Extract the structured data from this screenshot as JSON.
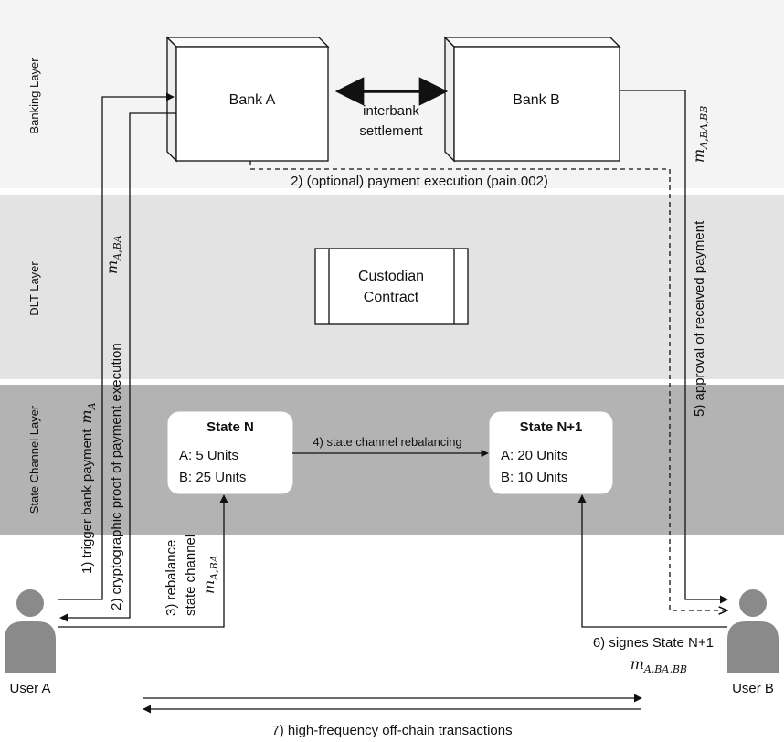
{
  "layers": {
    "banking": "Banking Layer",
    "dlt": "DLT Layer",
    "state_channel": "State Channel Layer"
  },
  "colors": {
    "banking_bg": "#f4f4f4",
    "dlt_bg": "#e3e3e3",
    "state_bg": "#b3b3b3",
    "user": "#8a8a8a"
  },
  "nodes": {
    "bank_a": "Bank A",
    "bank_b": "Bank B",
    "custodian_line1": "Custodian",
    "custodian_line2": "Contract",
    "state_n": {
      "title": "State N",
      "line_a": "A: 5 Units",
      "line_b": "B: 25 Units"
    },
    "state_n1": {
      "title": "State N+1",
      "line_a": "A: 20 Units",
      "line_b": "B: 10 Units"
    },
    "user_a": "User A",
    "user_b": "User B"
  },
  "edges": {
    "interbank_line1": "interbank",
    "interbank_line2": "settlement",
    "payment_execution": "2) (optional) payment execution (pain.002)",
    "trigger": "1) trigger bank payment",
    "trigger_math": "m",
    "trigger_sub": "A",
    "proof": "2) cryptographic proof of payment execution",
    "proof_math": "m",
    "proof_sub": "A,BA",
    "rebalance_line1": "3) rebalance",
    "rebalance_line2": "state channel",
    "rebalance_math": "m",
    "rebalance_sub": "A,BA",
    "sc_rebalancing": "4) state channel rebalancing",
    "approval": "5) approval of received payment",
    "approval_math": "m",
    "approval_sub": "A,BA,BB",
    "signs": "6) signes State N+1",
    "signs_math": "m",
    "signs_sub": "A,BA,BB",
    "high_freq": "7) high-frequency off-chain transactions"
  }
}
